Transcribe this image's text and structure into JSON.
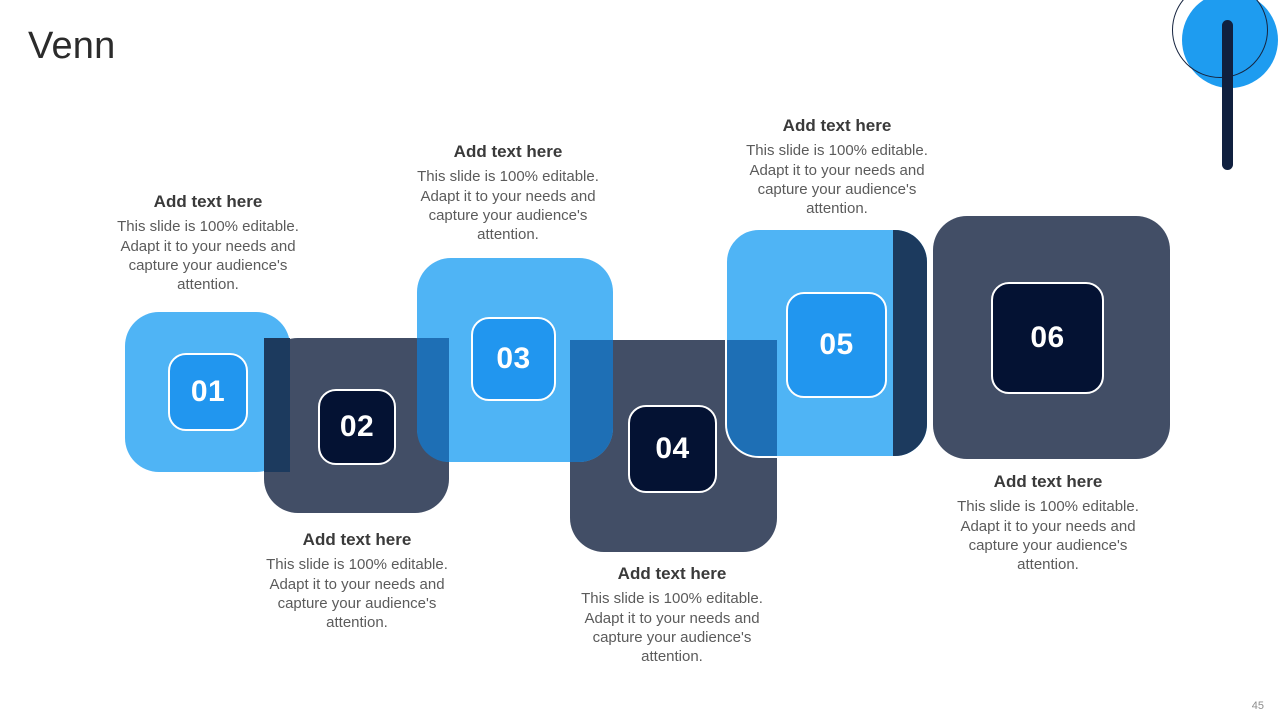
{
  "page": {
    "title": "Venn",
    "page_number": "45",
    "background": "#ffffff"
  },
  "decoration": {
    "circle_fill_color": "#1E9CF0",
    "circle_ring_color": "#16243f",
    "bar_color": "#10203f"
  },
  "colors": {
    "blue": "#4FB4F5",
    "blue_inner": "#2196EF",
    "dark": "#424E66",
    "dark_inner": "#041233",
    "blend_blue_over_dark": "#1E6FB5",
    "blend_dark_over_blue": "#1C3A5E",
    "heading_text": "#3a3a3a",
    "body_text": "#5b5b5b"
  },
  "body_text": "This slide is 100% editable. Adapt it to your needs and capture your audience's attention.",
  "steps": [
    {
      "number": "01",
      "style": "blue",
      "heading": "Add text here",
      "body": "This slide is 100% editable. Adapt it to your needs and capture your audience's attention.",
      "text_position": "above"
    },
    {
      "number": "02",
      "style": "dark",
      "heading": "Add text here",
      "body": "This slide is 100% editable. Adapt it to your needs and capture your audience's attention.",
      "text_position": "below"
    },
    {
      "number": "03",
      "style": "blue",
      "heading": "Add text here",
      "body": "This slide is 100% editable. Adapt it to your needs and capture your audience's attention.",
      "text_position": "above"
    },
    {
      "number": "04",
      "style": "dark",
      "heading": "Add text here",
      "body": "This slide is 100% editable. Adapt it to your needs and capture your audience's attention.",
      "text_position": "below"
    },
    {
      "number": "05",
      "style": "blue",
      "heading": "Add text here",
      "body": "This slide is 100% editable. Adapt it to your needs and capture your audience's attention.",
      "text_position": "above"
    },
    {
      "number": "06",
      "style": "dark",
      "heading": "Add text here",
      "body": "This slide is 100% editable. Adapt it to your needs and capture your audience's attention.",
      "text_position": "below"
    }
  ]
}
